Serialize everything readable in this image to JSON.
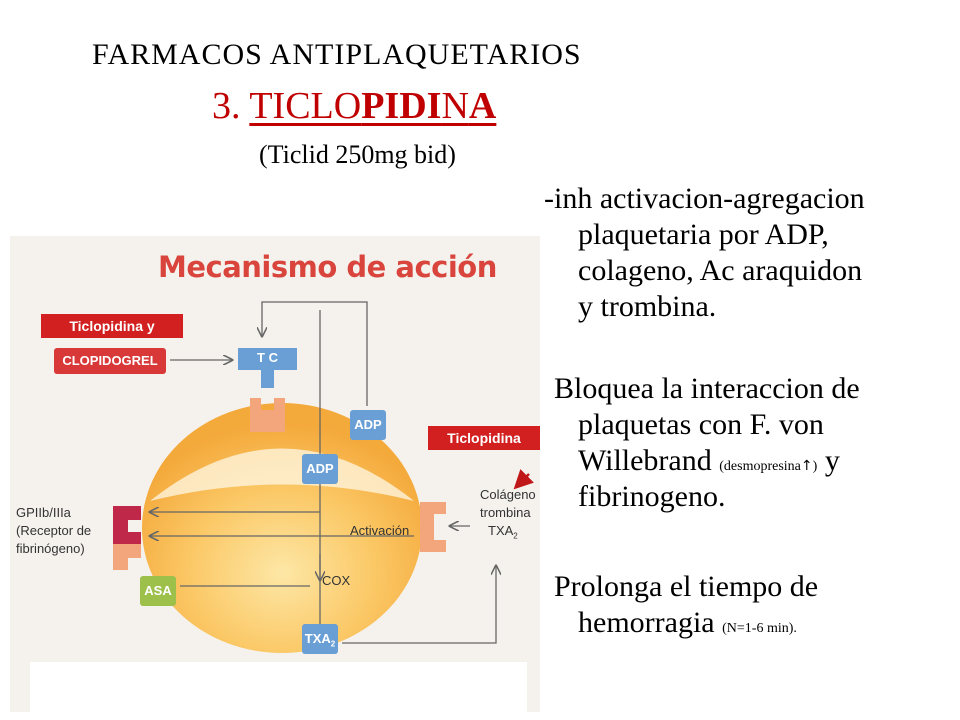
{
  "header": {
    "title": "FARMACOS ANTIPLAQUETARIOS",
    "number": "3.",
    "drug_a": "TICLO",
    "drug_b": "PIDI",
    "drug_c": "N",
    "drug_d": "A",
    "brand": "(Ticlid 250mg bid)"
  },
  "text": {
    "p1_l1": "-inh activacion-agregacion",
    "p1_l2": "plaquetaria por ADP,",
    "p1_l3": "colageno, Ac araquidon",
    "p1_l4": "y trombina.",
    "p2_l1": "Bloquea la interaccion de",
    "p2_l2": "plaquetas con F. von",
    "p2_l3a": "Willebrand ",
    "p2_small_a": "(desmopresina",
    "p2_arrow": "↑",
    "p2_small_b": ")",
    "p2_l3b": " y",
    "p2_l4": "fibrinogeno.",
    "p3_l1": "Prolonga el tiempo de",
    "p3_l2a": "hemorragia ",
    "p3_small": "(N=1-6 min)."
  },
  "figure": {
    "title": "Mecanismo de acción",
    "tag1": "Ticlopidina y",
    "tag2": "Ticlopidina",
    "clopidogrel": "CLOPIDOGREL",
    "tc": "T C",
    "adp": "ADP",
    "asa": "ASA",
    "txa": "TXA",
    "sub2": "2",
    "cox": "COX",
    "activacion": "Activación",
    "gp1": "GPIIb/IIIa",
    "gp2": "(Receptor de",
    "gp3": "fibrinógeno)",
    "ag1": "Colágeno",
    "ag2": "trombina",
    "ag3": "TXA"
  },
  "colors": {
    "title_red": "#c00000",
    "tag_red": "#d21f1f",
    "box_blue": "#6a9fd6",
    "receptor_orange": "#f3a57c",
    "gp_red": "#c0284a"
  }
}
